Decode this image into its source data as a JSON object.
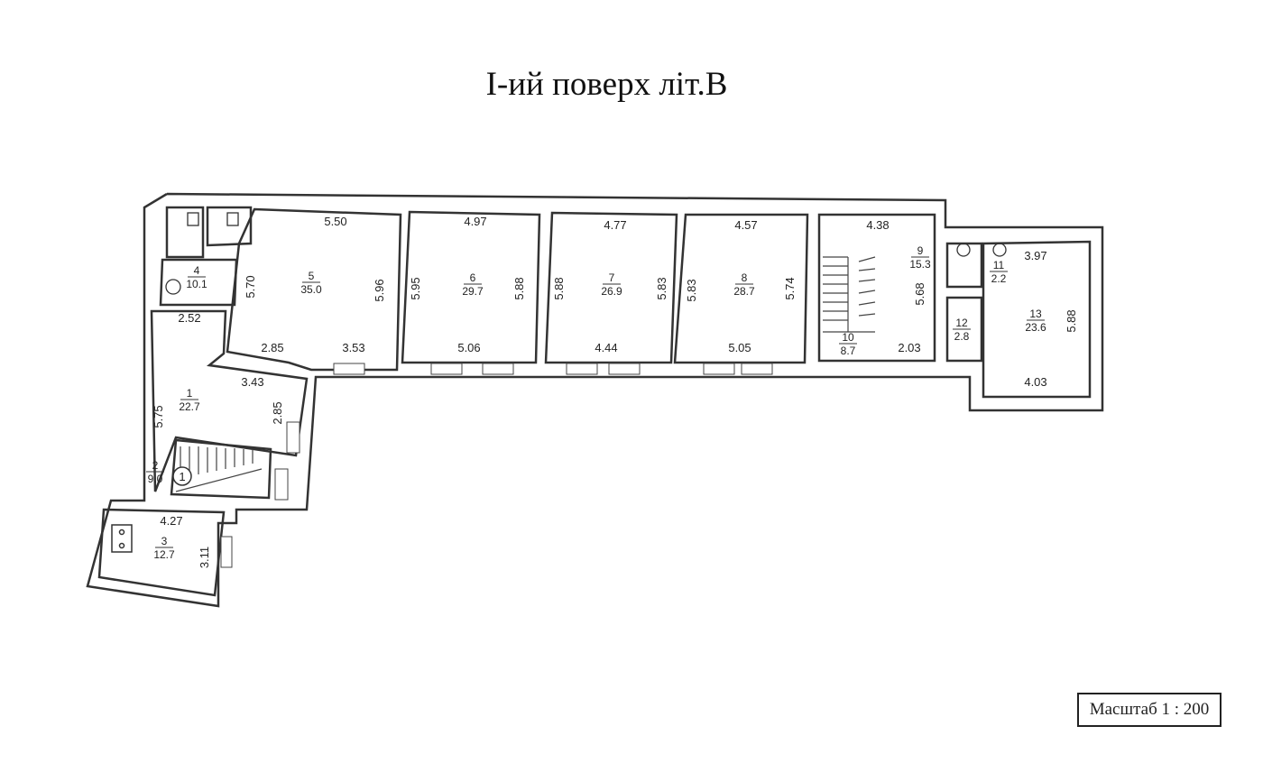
{
  "title": "І-ий поверх літ.В",
  "scale": "Масштаб 1 : 200",
  "rooms": [
    {
      "num": "1",
      "area": "22.7"
    },
    {
      "num": "2",
      "area": "9.0"
    },
    {
      "num": "3",
      "area": "12.7"
    },
    {
      "num": "4",
      "area": "10.1"
    },
    {
      "num": "5",
      "area": "35.0"
    },
    {
      "num": "6",
      "area": "29.7"
    },
    {
      "num": "7",
      "area": "26.9"
    },
    {
      "num": "8",
      "area": "28.7"
    },
    {
      "num": "9",
      "area": "15.3"
    },
    {
      "num": "10",
      "area": "8.7"
    },
    {
      "num": "11",
      "area": "2.2"
    },
    {
      "num": "12",
      "area": "2.8"
    },
    {
      "num": "13",
      "area": "23.6"
    }
  ],
  "dims": {
    "r5_top": "5.50",
    "r5_left": "5.70",
    "r5_right": "5.96",
    "r5_bl": "2.85",
    "r5_br": "3.53",
    "r6_top": "4.97",
    "r6_left": "5.95",
    "r6_right": "5.88",
    "r6_bottom": "5.06",
    "r7_top": "4.77",
    "r7_left": "5.88",
    "r7_right": "5.83",
    "r7_bottom": "4.44",
    "r8_top": "4.57",
    "r8_left": "5.83",
    "r8_right": "5.74",
    "r8_bottom": "5.05",
    "r9_top": "4.38",
    "r9_right": "5.68",
    "r9_bottom": "2.03",
    "r13_top": "3.97",
    "r13_right": "5.88",
    "r13_bottom": "4.03",
    "r4_bottom": "2.52",
    "r1_top": "3.43",
    "r1_left": "5.75",
    "r1_right": "2.85",
    "r3_top": "4.27",
    "r3_right": "3.11"
  },
  "stair_marker": "1"
}
